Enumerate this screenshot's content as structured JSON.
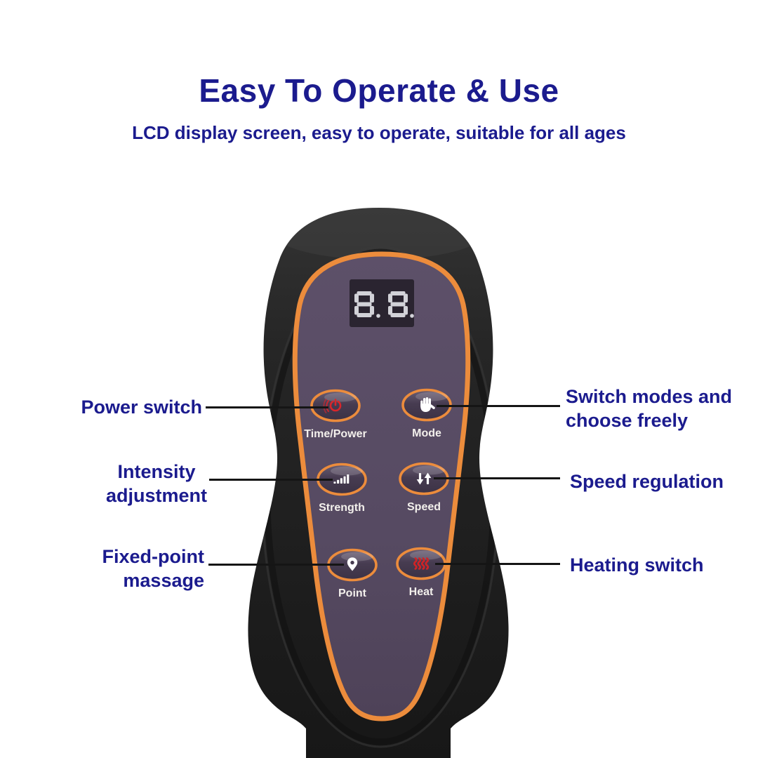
{
  "header": {
    "title": "Easy To Operate & Use",
    "subtitle": "LCD display screen, easy to operate, suitable for all ages"
  },
  "remote": {
    "display_value": "8.8.",
    "buttons": [
      {
        "id": "time_power",
        "label": "Time/Power",
        "icon": "power-icon"
      },
      {
        "id": "mode",
        "label": "Mode",
        "icon": "hand-icon"
      },
      {
        "id": "strength",
        "label": "Strength",
        "icon": "signal-bars-icon"
      },
      {
        "id": "speed",
        "label": "Speed",
        "icon": "up-down-arrows-icon"
      },
      {
        "id": "point",
        "label": "Point",
        "icon": "map-pin-icon"
      },
      {
        "id": "heat",
        "label": "Heat",
        "icon": "heat-waves-icon"
      }
    ]
  },
  "callouts": {
    "left": [
      {
        "target": "time_power",
        "lines": [
          "Power switch"
        ]
      },
      {
        "target": "strength",
        "lines": [
          "Intensity",
          "adjustment"
        ]
      },
      {
        "target": "point",
        "lines": [
          "Fixed-point",
          "massage"
        ]
      }
    ],
    "right": [
      {
        "target": "mode",
        "lines": [
          "Switch modes and",
          "choose freely"
        ]
      },
      {
        "target": "speed",
        "lines": [
          "Speed regulation"
        ]
      },
      {
        "target": "heat",
        "lines": [
          "Heating switch"
        ]
      }
    ]
  },
  "colors": {
    "text_navy": "#1b1b8e",
    "background": "#ffffff",
    "body_black": "#222222",
    "panel_purple": "#574a63",
    "rim_orange": "#ec8c3c",
    "icon_red": "#d8262b",
    "icon_white": "#ffffff",
    "lcd_background": "#2a2430",
    "lcd_segment": "#d2d2d8",
    "callout_line": "#151515"
  }
}
